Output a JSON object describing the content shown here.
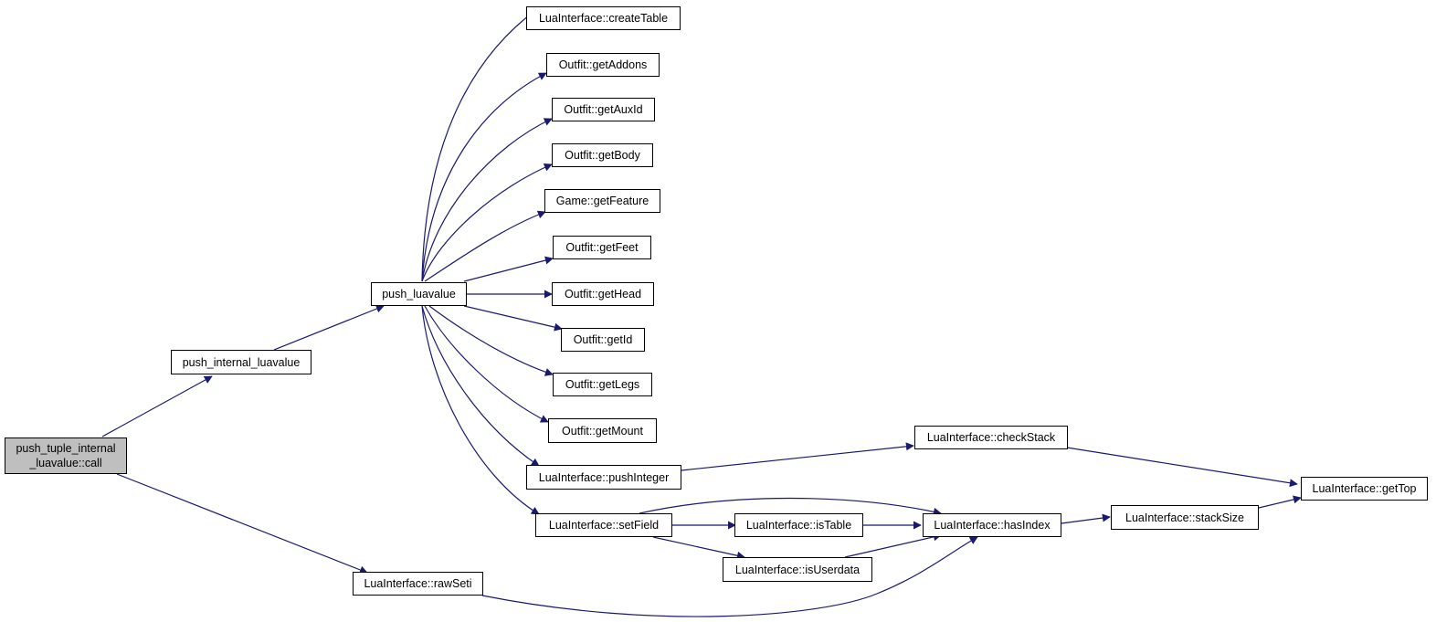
{
  "graph": {
    "root": {
      "line1": "push_tuple_internal",
      "line2": "_luavalue::call"
    },
    "nodes": {
      "push_internal_luavalue": "push_internal_luavalue",
      "push_luavalue": "push_luavalue",
      "create_table": "LuaInterface::createTable",
      "get_addons": "Outfit::getAddons",
      "get_aux_id": "Outfit::getAuxId",
      "get_body": "Outfit::getBody",
      "get_feature": "Game::getFeature",
      "get_feet": "Outfit::getFeet",
      "get_head": "Outfit::getHead",
      "get_id": "Outfit::getId",
      "get_legs": "Outfit::getLegs",
      "get_mount": "Outfit::getMount",
      "push_integer": "LuaInterface::pushInteger",
      "set_field": "LuaInterface::setField",
      "raw_seti": "LuaInterface::rawSeti",
      "check_stack": "LuaInterface::checkStack",
      "is_table": "LuaInterface::isTable",
      "is_userdata": "LuaInterface::isUserdata",
      "has_index": "LuaInterface::hasIndex",
      "stack_size": "LuaInterface::stackSize",
      "get_top": "LuaInterface::getTop"
    }
  },
  "colors": {
    "edge": "#191970",
    "node_border": "#000000",
    "root_fill": "#bfbfbf"
  }
}
